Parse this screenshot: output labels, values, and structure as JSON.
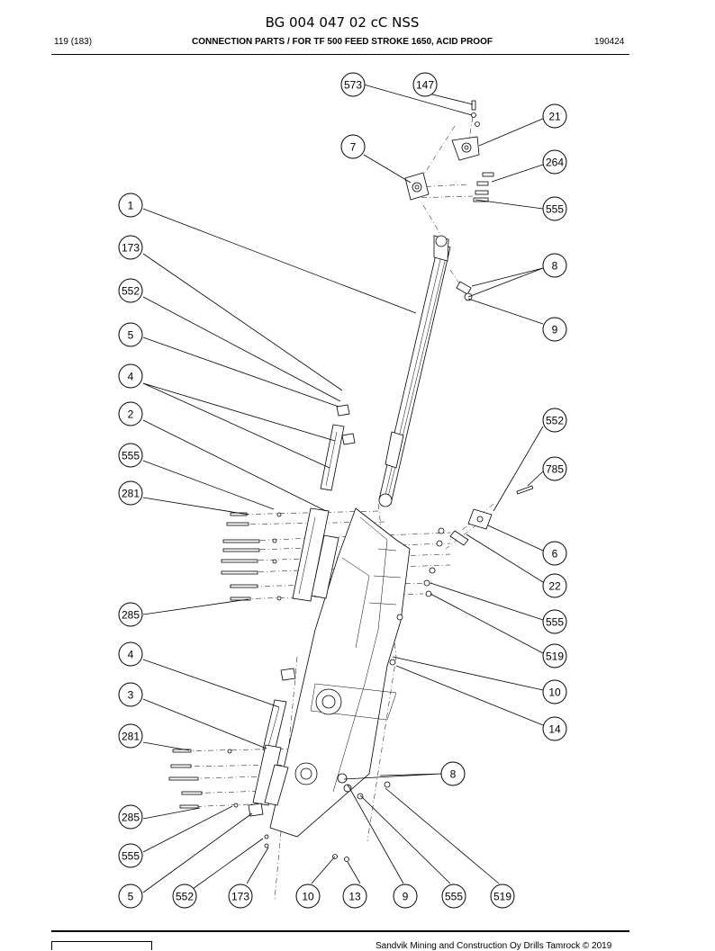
{
  "header": {
    "title": "BG 004 047 02 cC NSS",
    "page": "119 (183)",
    "subtitle": "CONNECTION PARTS / FOR TF 500 FEED STROKE 1650, ACID PROOF",
    "date": "190424"
  },
  "footer": {
    "copyright": "Sandvik Mining and Construction Oy Drills Tamrock © 2019"
  },
  "callouts": [
    "573",
    "147",
    "21",
    "7",
    "264",
    "555",
    "1",
    "8",
    "173",
    "552",
    "9",
    "5",
    "4",
    "2",
    "552",
    "555",
    "785",
    "281",
    "6",
    "22",
    "555",
    "285",
    "519",
    "4",
    "10",
    "3",
    "14",
    "281",
    "8",
    "285",
    "555",
    "5",
    "552",
    "173",
    "10",
    "13",
    "9",
    "555",
    "519"
  ]
}
